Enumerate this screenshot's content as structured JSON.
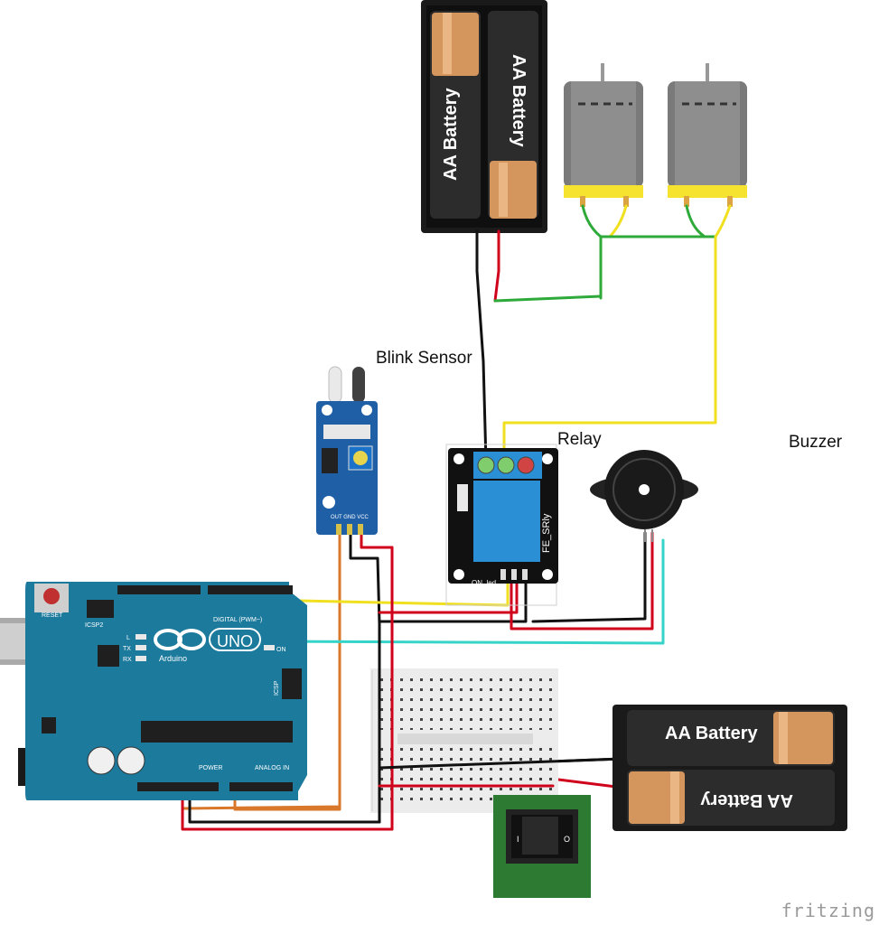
{
  "labels": {
    "blink_sensor": "Blink Sensor",
    "relay": "Relay",
    "buzzer": "Buzzer",
    "brand": "fritzing"
  },
  "battery_packs": {
    "top_cell_left": "AA Battery",
    "top_cell_right": "AA Battery",
    "right_cell_top": "AA Battery",
    "right_cell_bottom": "AA Battery"
  },
  "relay_module": {
    "model": "FE_SRly",
    "led_label": "ON_led"
  },
  "sensor_module": {
    "pins": "OUT GND VCC"
  },
  "arduino": {
    "logo_text": "UNO",
    "brand_text": "Arduino",
    "reset": "RESET",
    "icsp2": "ICSP2",
    "icsp": "ICSP",
    "digital_header": "DIGITAL (PWM~)",
    "power_header": "POWER",
    "analog_header": "ANALOG IN",
    "led_l": "L",
    "led_tx": "TX",
    "led_rx": "RX",
    "led_on": "ON"
  },
  "switch": {
    "on_mark": "I",
    "off_mark": "O"
  },
  "colors": {
    "wire_red": "#d0021b",
    "wire_black": "#111111",
    "wire_green": "#2eaa3a",
    "wire_yellow": "#f0e020",
    "wire_orange": "#d9772a",
    "wire_cyan": "#35d3c8",
    "board_blue": "#1c7a9c",
    "relay_blue": "#2b8fd6"
  }
}
